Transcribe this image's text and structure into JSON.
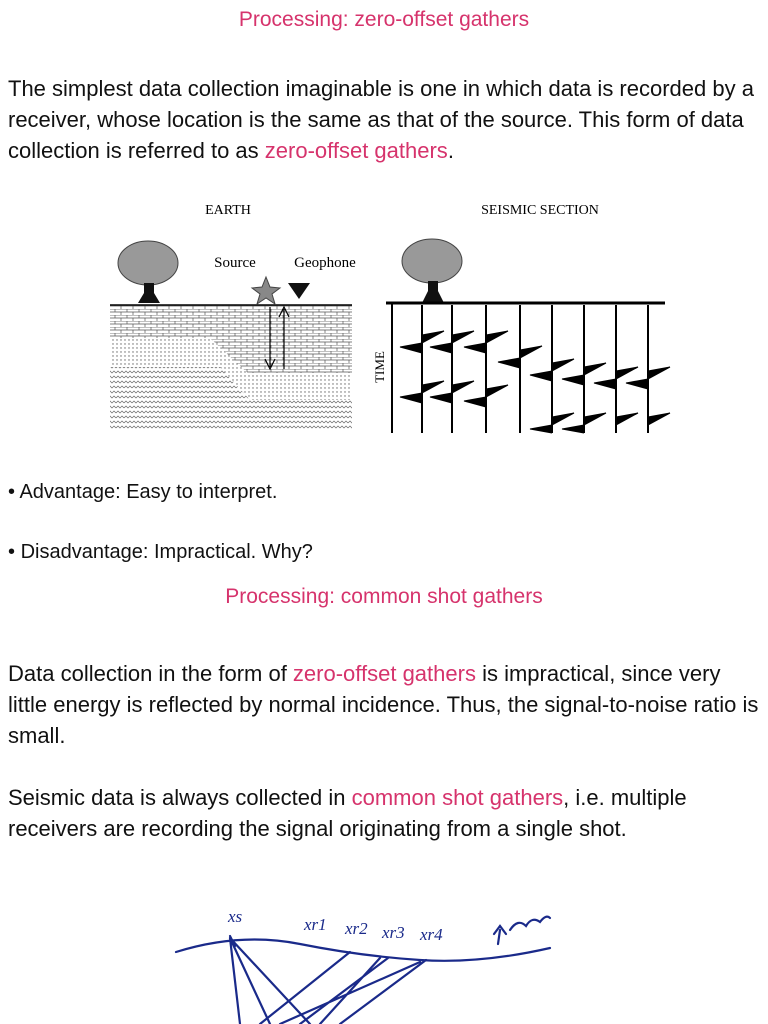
{
  "section1": {
    "title": "Processing: zero-offset gathers",
    "p1_part1": "The simplest data collection imaginable is one in which data is recorded by a receiver, whose location is the same as that of the source. This form of data collection is referred to as ",
    "p1_highlight": "zero-offset gathers",
    "p1_end": "."
  },
  "figure1": {
    "earth_label": "EARTH",
    "section_label": "SEISMIC SECTION",
    "source_label": "Source",
    "geophone_label": "Geophone",
    "time_label": "TIME"
  },
  "bullets": {
    "advantage": "Advantage: Easy to interpret.",
    "disadvantage": "Disadvantage: Impractical. Why?"
  },
  "section2": {
    "title": "Processing: common shot gathers",
    "p2_part1": "Data collection in the form of ",
    "p2_highlight": "zero-offset gathers",
    "p2_part2": " is impractical, since very little energy is reflected by normal incidence. Thus, the signal-to-noise ratio is small.",
    "p3_part1": "Seismic data is always collected in ",
    "p3_highlight": "common shot gathers",
    "p3_part2": ", i.e. multiple receivers are recording the signal originating from a single shot."
  },
  "sketch": {
    "xs": "xs",
    "receivers": [
      "xr1",
      "xr2",
      "xr3",
      "xr4"
    ]
  },
  "colors": {
    "accent": "#d6336c",
    "text": "#111111",
    "sketch_ink": "#1a2a8a"
  }
}
